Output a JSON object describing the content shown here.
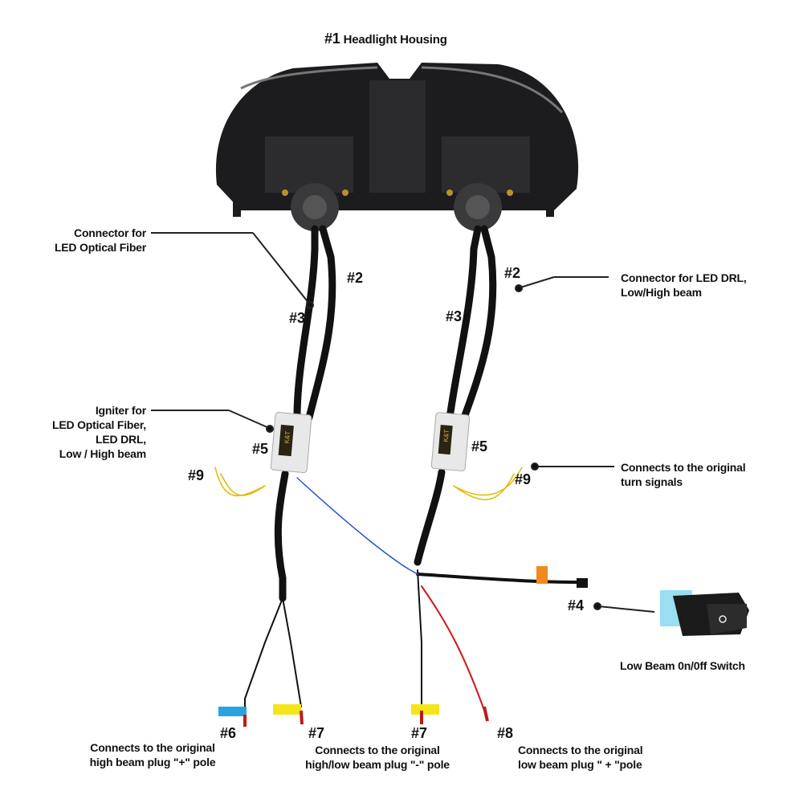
{
  "title": {
    "num": "#1",
    "text": "Headlight Housing"
  },
  "callouts": {
    "optical_fiber": [
      "Connector for",
      "LED Optical Fiber"
    ],
    "drl": [
      "Connector for LED DRL,",
      "Low/High beam"
    ],
    "igniter": [
      "Igniter for",
      "LED Optical Fiber,",
      "LED DRL,",
      "Low / High beam"
    ],
    "turn_signals": [
      "Connects to the original",
      "turn signals"
    ],
    "switch": "Low Beam 0n/0ff Switch",
    "high_plus": [
      "Connects to the original",
      "high beam plug \"+\" pole"
    ],
    "minus": [
      "Connects to the original",
      "high/low beam plug \"-\" pole"
    ],
    "low_plus": [
      "Connects to the original",
      "low beam plug \" + \"pole"
    ]
  },
  "markers": {
    "n2": "#2",
    "n3": "#3",
    "n4": "#4",
    "n5": "#5",
    "n6": "#6",
    "n7": "#7",
    "n8": "#8",
    "n9": "#9"
  },
  "brand": "K&T"
}
